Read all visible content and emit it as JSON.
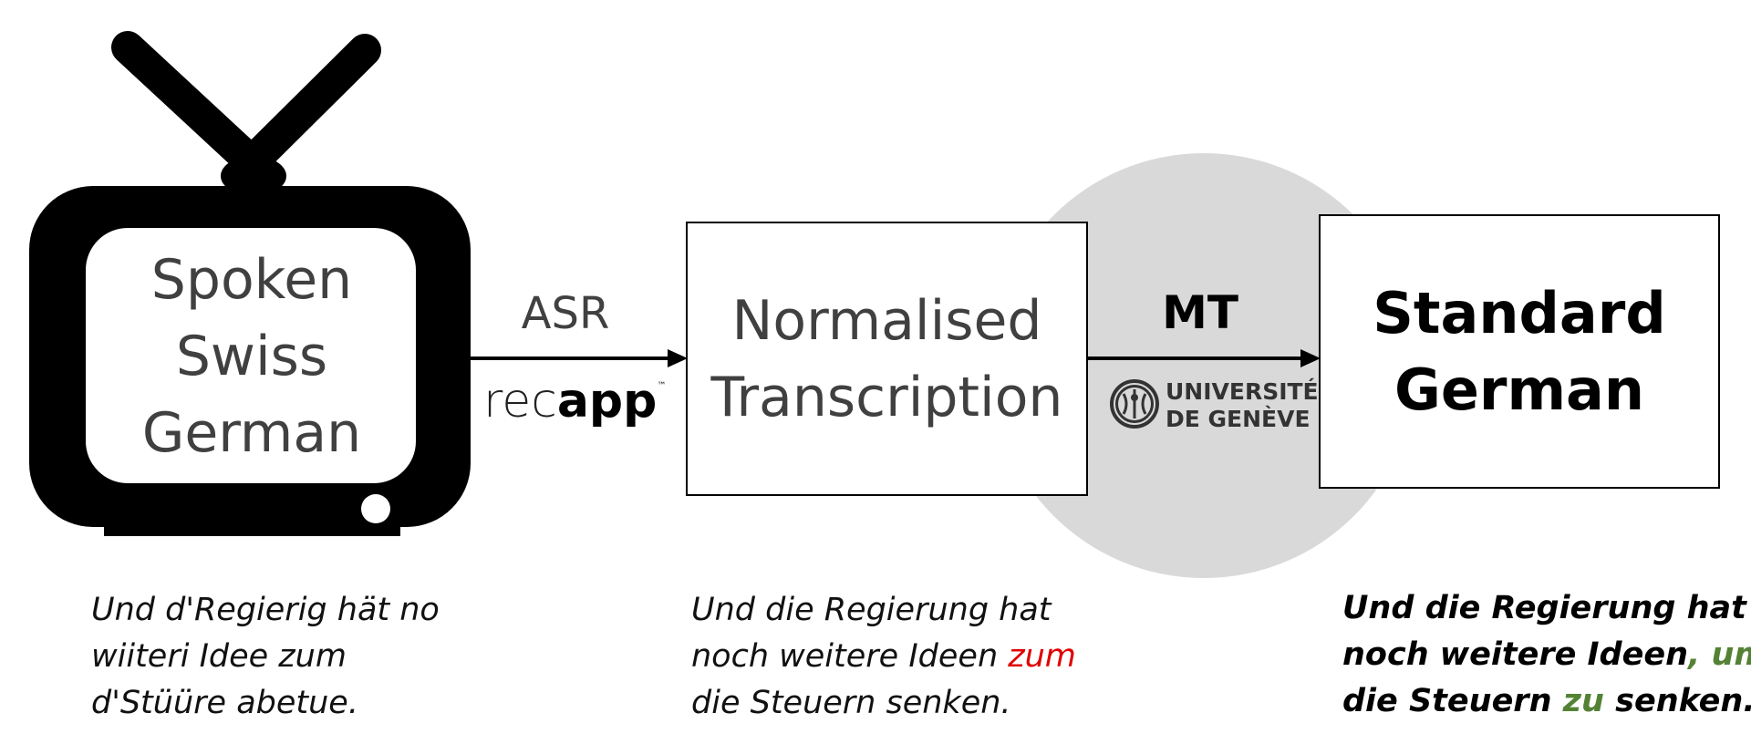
{
  "source": {
    "lines": [
      "Spoken",
      "Swiss",
      "German"
    ]
  },
  "asr": {
    "label": "ASR",
    "logo_light": "rec",
    "logo_bold": "app",
    "logo_tm": "™"
  },
  "normalised": {
    "lines": [
      "Normalised",
      "Transcription"
    ]
  },
  "mt": {
    "label": "MT",
    "logo_line1": "UNIVERSITÉ",
    "logo_line2": "DE GENÈVE"
  },
  "target": {
    "lines": [
      "Standard",
      "German"
    ]
  },
  "captions": {
    "swiss": [
      "Und d'Regierig hät no",
      "wiiteri Idee zum",
      "d'Stüüre abetue."
    ],
    "normalised": {
      "line1": "Und die Regierung hat",
      "line2_pre": "noch weitere Ideen ",
      "line2_highlight": "zum",
      "line3": "die Steuern senken."
    },
    "standard": {
      "line1": "Und die Regierung hat",
      "line2_pre": "noch weitere Ideen",
      "line2_highlight": ", um",
      "line3_pre": "die Steuern ",
      "line3_highlight": "zu",
      "line3_post": " senken."
    }
  },
  "colors": {
    "error": "#e00000",
    "correction": "#548235",
    "circle": "#d9d9d9"
  }
}
